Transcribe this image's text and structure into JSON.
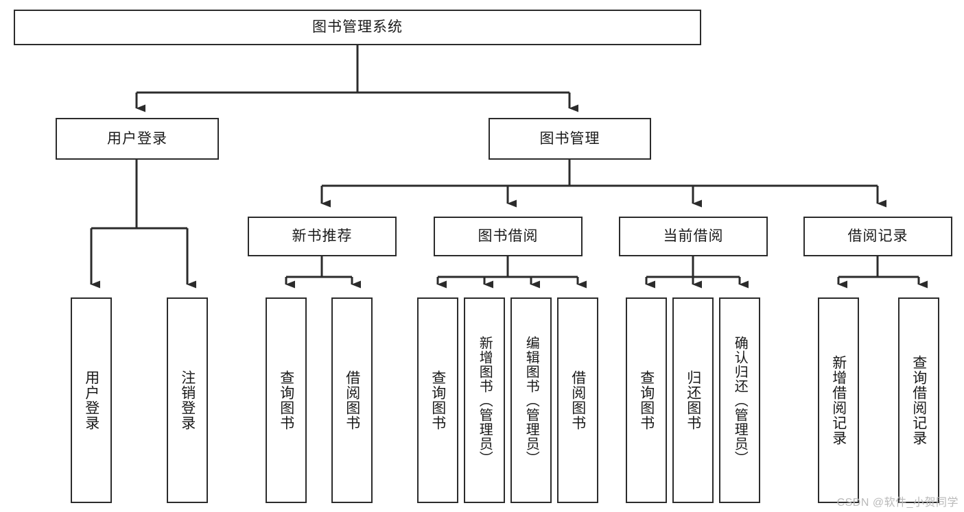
{
  "diagram": {
    "title": "图书管理系统",
    "type": "tree-hierarchy",
    "root": {
      "id": "root",
      "label": "图书管理系统"
    },
    "level2": [
      {
        "id": "user-login",
        "label": "用户登录"
      },
      {
        "id": "book-manage",
        "label": "图书管理"
      }
    ],
    "level3": [
      {
        "id": "new-book-recommend",
        "label": "新书推荐",
        "parent": "book-manage"
      },
      {
        "id": "book-borrow",
        "label": "图书借阅",
        "parent": "book-manage"
      },
      {
        "id": "current-borrow",
        "label": "当前借阅",
        "parent": "book-manage"
      },
      {
        "id": "borrow-record",
        "label": "借阅记录",
        "parent": "book-manage"
      }
    ],
    "leaves": {
      "user-login": [
        {
          "id": "leaf-user-login",
          "label": "用户登录"
        },
        {
          "id": "leaf-user-logout",
          "label": "注销登录"
        }
      ],
      "new-book-recommend": [
        {
          "id": "leaf-query-book-1",
          "label": "查询图书"
        },
        {
          "id": "leaf-borrow-book-1",
          "label": "借阅图书"
        }
      ],
      "book-borrow": [
        {
          "id": "leaf-query-book-2",
          "label": "查询图书"
        },
        {
          "id": "leaf-add-book",
          "label": "新增图书（管理员）"
        },
        {
          "id": "leaf-edit-book",
          "label": "编辑图书（管理员）"
        },
        {
          "id": "leaf-borrow-book-2",
          "label": "借阅图书"
        }
      ],
      "current-borrow": [
        {
          "id": "leaf-query-book-3",
          "label": "查询图书"
        },
        {
          "id": "leaf-return-book",
          "label": "归还图书"
        },
        {
          "id": "leaf-confirm-return",
          "label": "确认归还（管理员）"
        }
      ],
      "borrow-record": [
        {
          "id": "leaf-add-record",
          "label": "新增借阅记录"
        },
        {
          "id": "leaf-query-record",
          "label": "查询借阅记录"
        }
      ]
    },
    "watermark": "CSDN @软件_小贺同学",
    "colors": {
      "stroke": "#2b2b2b",
      "fill": "#ffffff",
      "text": "#1a1a1a",
      "watermark": "#b9b9b9"
    }
  }
}
